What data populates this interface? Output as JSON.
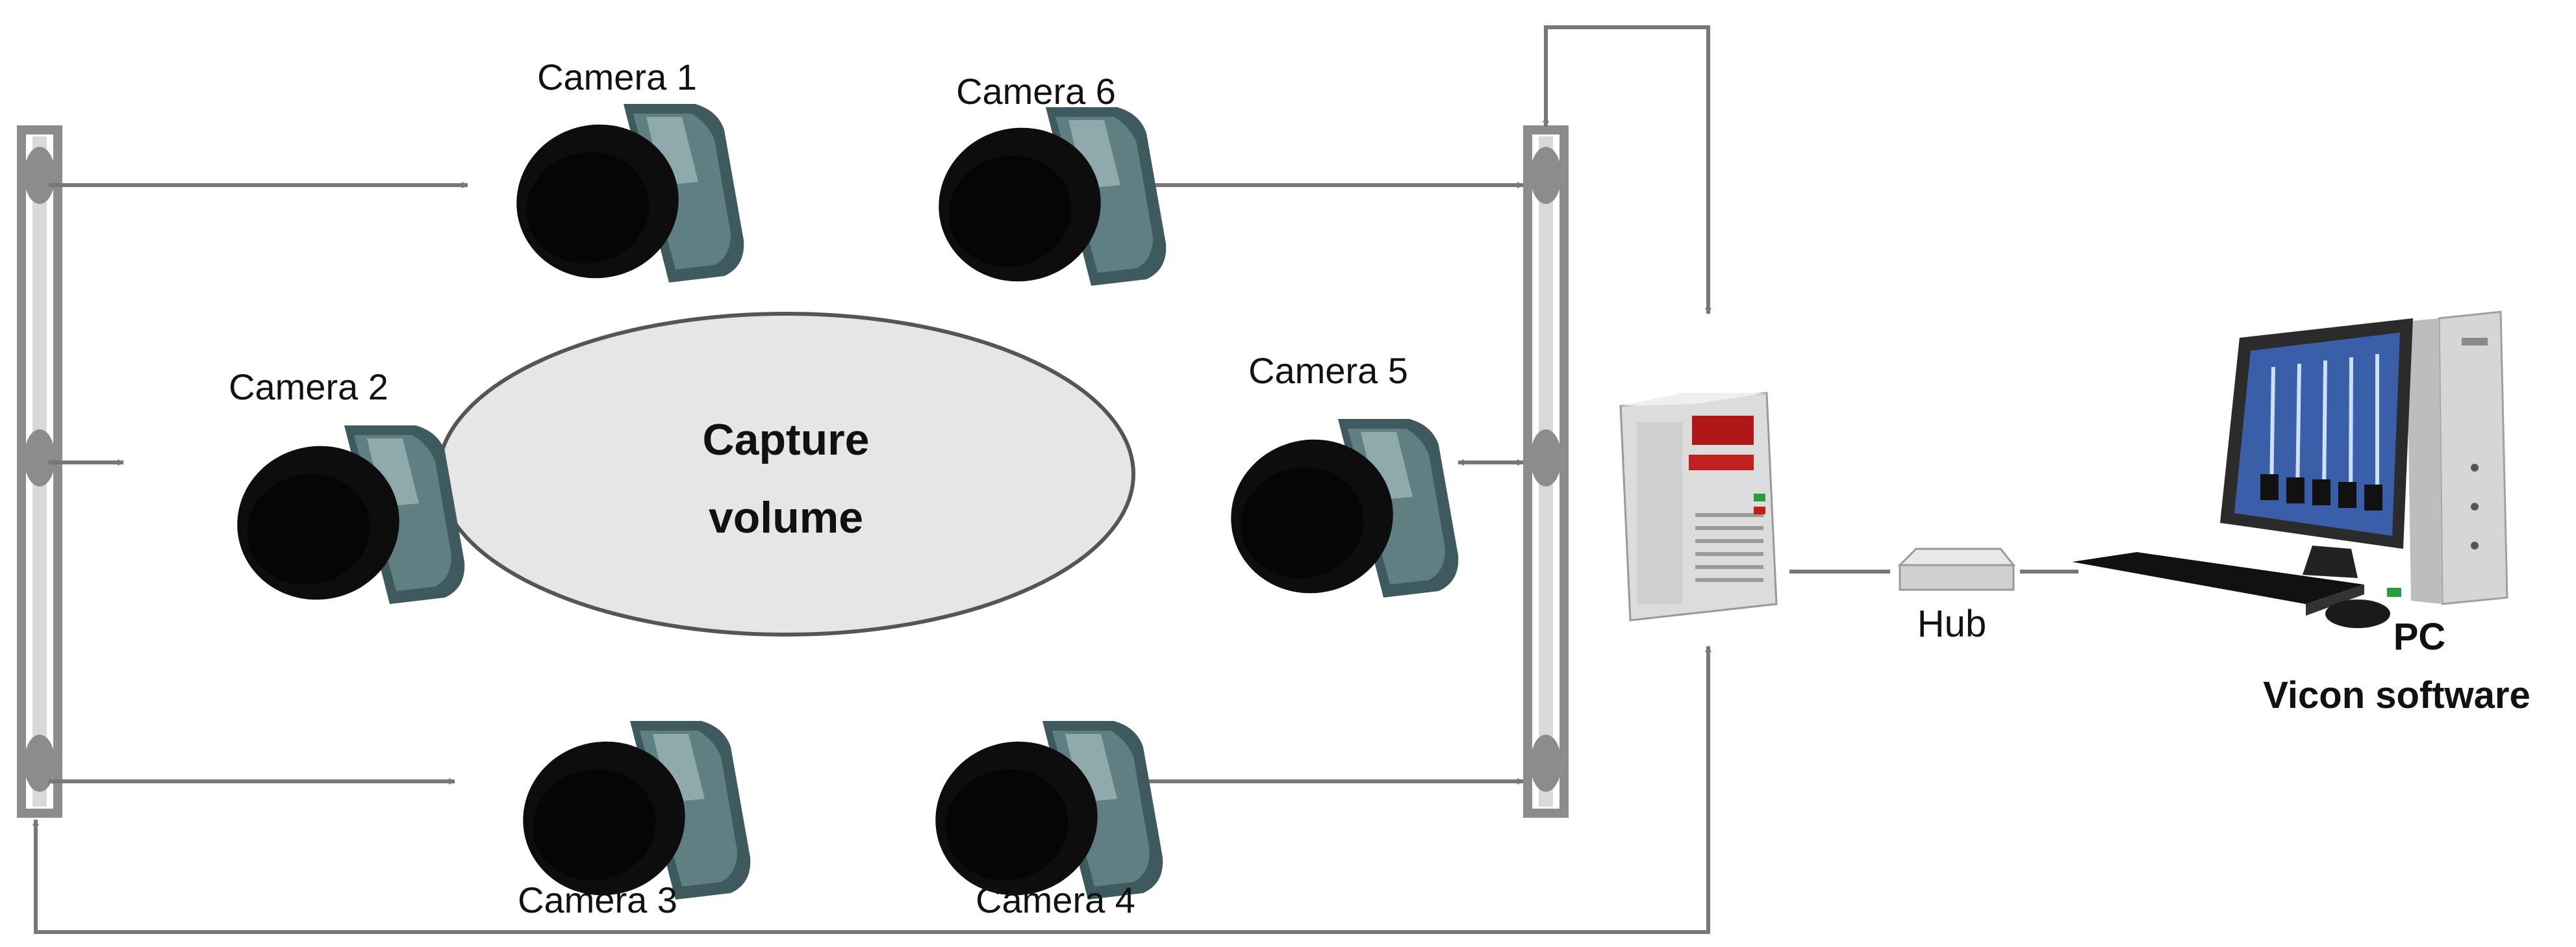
{
  "diagram": {
    "cameras": [
      {
        "id": "camera-1",
        "label": "Camera 1"
      },
      {
        "id": "camera-2",
        "label": "Camera 2"
      },
      {
        "id": "camera-3",
        "label": "Camera 3"
      },
      {
        "id": "camera-4",
        "label": "Camera 4"
      },
      {
        "id": "camera-5",
        "label": "Camera 5"
      },
      {
        "id": "camera-6",
        "label": "Camera 6"
      }
    ],
    "capture_volume": {
      "line1": "Capture",
      "line2": "volume"
    },
    "hub": {
      "label": "Hub"
    },
    "pc": {
      "line1": "PC",
      "line2": "Vicon software"
    },
    "colors": {
      "arrow": "#777777",
      "rail": "#8c8c8c",
      "volume_fill": "#e6e6e6",
      "volume_stroke": "#555555",
      "camera_body": "#3f5a5e",
      "camera_lens": "#0d0d0d",
      "monitor_screen": "#3a5fa8"
    }
  }
}
